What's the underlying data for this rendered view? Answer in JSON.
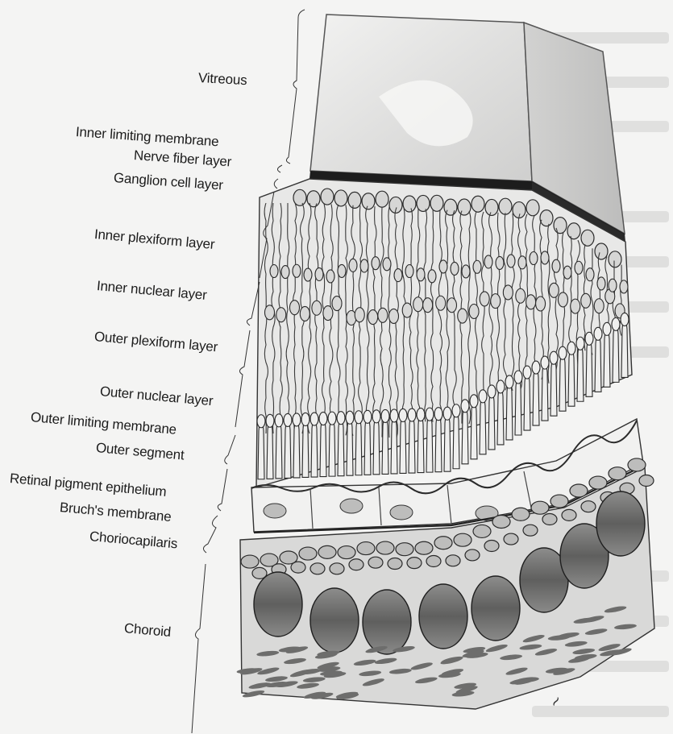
{
  "diagram": {
    "labels": [
      {
        "id": "vitreous",
        "text": "Vitreous"
      },
      {
        "id": "inner-limiting-membrane",
        "text": "Inner limiting membrane"
      },
      {
        "id": "nerve-fiber-layer",
        "text": "Nerve fiber layer"
      },
      {
        "id": "ganglion-cell-layer",
        "text": "Ganglion cell layer"
      },
      {
        "id": "inner-plexiform-layer",
        "text": "Inner plexiform layer"
      },
      {
        "id": "inner-nuclear-layer",
        "text": "Inner nuclear layer"
      },
      {
        "id": "outer-plexiform-layer",
        "text": "Outer plexiform layer"
      },
      {
        "id": "outer-nuclear-layer",
        "text": "Outer nuclear layer"
      },
      {
        "id": "outer-limiting-membrane",
        "text": "Outer limiting membrane"
      },
      {
        "id": "outer-segment",
        "text": "Outer segment"
      },
      {
        "id": "retinal-pigment-epithelium",
        "text": "Retinal pigment epithelium"
      },
      {
        "id": "bruchs-membrane",
        "text": "Bruch's membrane"
      },
      {
        "id": "choriocapilaris",
        "text": "Choriocapilaris"
      },
      {
        "id": "choroid",
        "text": "Choroid"
      }
    ]
  },
  "colors": {
    "background": "#f4f4f3",
    "vitreous": "#e3e3e2",
    "ink": "#1c1c1c",
    "cell": "#d4d4d4"
  }
}
